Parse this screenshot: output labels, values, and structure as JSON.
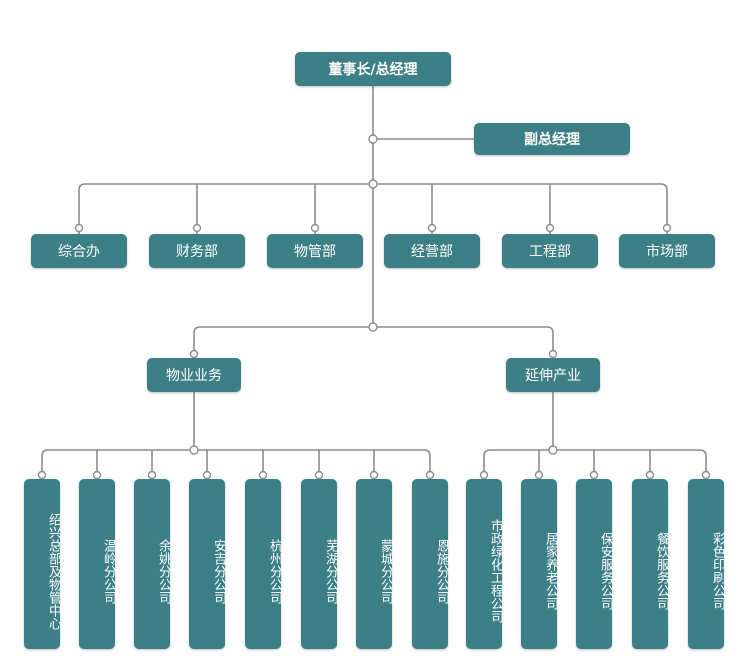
{
  "colors": {
    "node": "#3d7f86",
    "line": "#8c8c8c",
    "text": "#ffffff"
  },
  "top": {
    "chairman": "董事长/总经理",
    "deputy": "副总经理"
  },
  "departments": [
    "综合办",
    "财务部",
    "物管部",
    "经营部",
    "工程部",
    "市场部"
  ],
  "groups": {
    "property": "物业业务",
    "extended": "延伸产业"
  },
  "property_units": [
    "绍兴总部及物管中心",
    "温岭分公司",
    "余姚分公司",
    "安吉分公司",
    "杭州分公司",
    "芜湖分公司",
    "蒙城分公司",
    "恩施分公司"
  ],
  "extended_units": [
    "市政绿化工程公司",
    "居家养老公司",
    "保安服务公司",
    "餐饮服务公司",
    "彩色印刷公司"
  ]
}
